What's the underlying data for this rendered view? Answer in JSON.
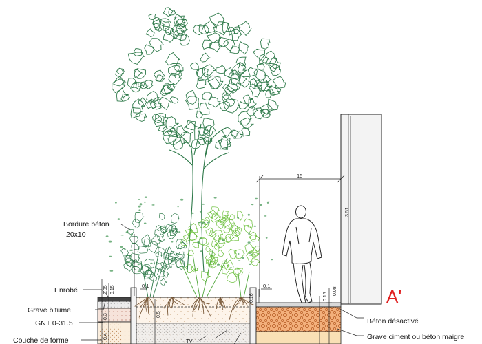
{
  "labels_left": {
    "bordure": "Bordure béton",
    "bordure_size": "20x10",
    "enrobe": "Enrobé",
    "grave_bitume": "Grave bitume",
    "gnt": "GNT 0-31.5",
    "couche_forme": "Couche de forme"
  },
  "labels_right": {
    "beton_desactive": "Béton désactivé",
    "grave_ciment": "Grave ciment ou béton maigre"
  },
  "dimensions": {
    "width_15": "15",
    "height_351": "3.51",
    "d_005": "0.05",
    "d_015_left": "0.15",
    "d_01_left": "0.1",
    "d_01_right": "0.1",
    "d_03": "0.3",
    "d_04": "0.4",
    "d_05": "0.5",
    "d_015_right": "0.15",
    "d_008": "0.08",
    "d_016": "0.16",
    "tv": "TV"
  },
  "section_mark": "A'",
  "colors": {
    "tree": "#2f7a4a",
    "shrub_dark": "#2f7a4a",
    "shrub_light": "#6abf3a",
    "leaf_scatter": "#4a9a5a",
    "roots": "#7a5a3a",
    "section_mark": "#e02020",
    "orange_fill": "#f4c89a",
    "light_fill": "#faebd7",
    "wall_fill": "#f3f3f3",
    "line": "#222222"
  }
}
